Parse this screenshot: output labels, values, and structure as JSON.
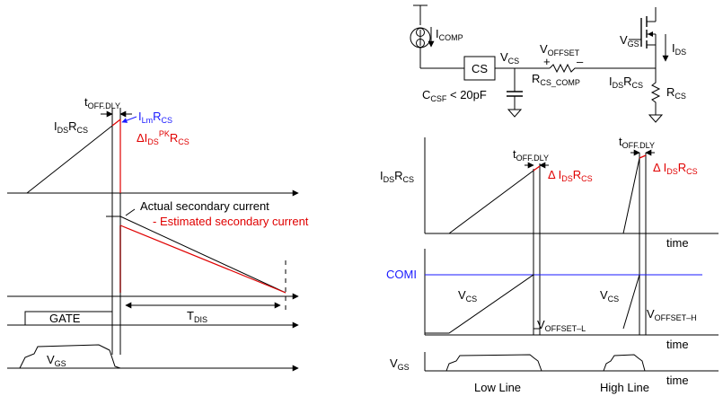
{
  "left_panel": {
    "t_off_dly": {
      "main": "t",
      "sub": "OFF.DLY"
    },
    "ids_rcs": {
      "a": "I",
      "a_sub": "DS",
      "b": "R",
      "b_sub": "CS"
    },
    "ilm_rcs": {
      "a": "I",
      "a_sub": "Lm",
      "b": "R",
      "b_sub": "CS"
    },
    "delta_ids_rcs": {
      "a": "ΔI",
      "a_sub": "DS",
      "sup": "PK",
      "b": "R",
      "b_sub": "CS"
    },
    "actual_secondary": "Actual secondary current",
    "estimated_secondary": "- Estimated secondary current",
    "t_dis": {
      "main": "T",
      "sub": "DIS"
    },
    "gate": "GATE",
    "vgs": {
      "main": "V",
      "sub": "GS"
    }
  },
  "circuit": {
    "i_comp": {
      "main": "I",
      "sub": "COMP"
    },
    "cs_block": "CS",
    "v_cs": {
      "main": "V",
      "sub": "CS"
    },
    "v_offset": {
      "main": "V",
      "sub": "OFFSET"
    },
    "plus": "+",
    "minus": "–",
    "r_cs_comp": {
      "main": "R",
      "sub": "CS_COMP"
    },
    "v_gs": {
      "main": "V",
      "sub": "GS"
    },
    "i_ds": {
      "main": "I",
      "sub": "DS"
    },
    "ids_rcs": {
      "a": "I",
      "a_sub": "DS",
      "b": "R",
      "b_sub": "CS"
    },
    "r_cs": {
      "main": "R",
      "sub": "CS"
    },
    "c_csf": {
      "main": "C",
      "sub": "CSF",
      "tail": " < 20pF"
    }
  },
  "right_panel": {
    "ids_rcs": {
      "a": "I",
      "a_sub": "DS",
      "b": "R",
      "b_sub": "CS"
    },
    "t_off_dly_1": {
      "main": "t",
      "sub": "OFF.DLY"
    },
    "t_off_dly_2": {
      "main": "t",
      "sub": "OFF.DLY"
    },
    "delta_1": {
      "a": "Δ I",
      "a_sub": "DS",
      "b": "R",
      "b_sub": "CS"
    },
    "delta_2": {
      "a": "Δ I",
      "a_sub": "DS",
      "b": "R",
      "b_sub": "CS"
    },
    "time_1": "time",
    "time_2": "time",
    "time_3": "time",
    "comi": "COMI",
    "vcs_1": {
      "main": "V",
      "sub": "CS"
    },
    "vcs_2": {
      "main": "V",
      "sub": "CS"
    },
    "v_offset_l": {
      "main": "V",
      "sub": "OFFSET–L"
    },
    "v_offset_h": {
      "main": "V",
      "sub": "OFFSET–H"
    },
    "vgs": {
      "main": "V",
      "sub": "GS"
    },
    "low_line": "Low Line",
    "high_line": "High Line"
  },
  "colors": {
    "black": "#000000",
    "red": "#e00000",
    "blue": "#1a1aff"
  }
}
